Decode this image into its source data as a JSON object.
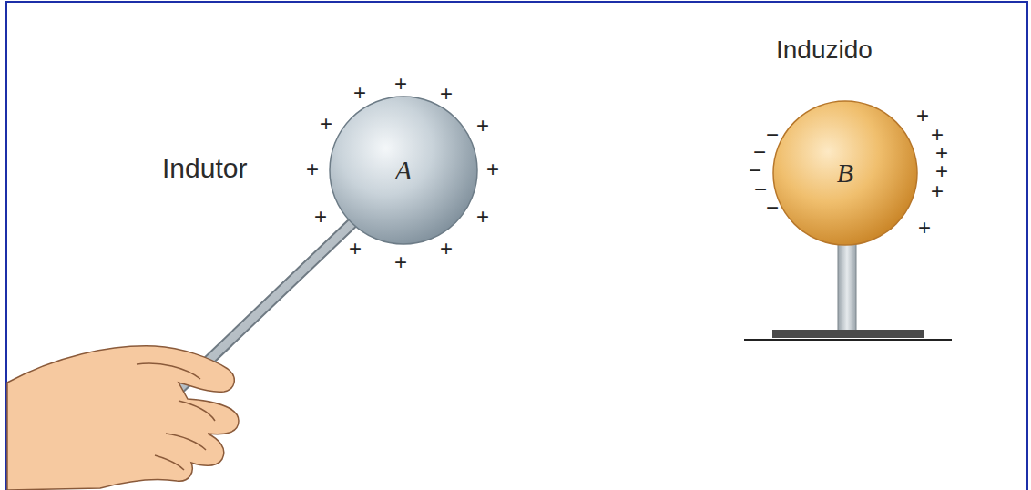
{
  "diagram": {
    "nodes": [
      {
        "text": [
          "Indutor",
          "A"
        ]
      },
      {
        "text": [
          "Induzido",
          "B"
        ]
      }
    ],
    "labels": [
      "+",
      "+",
      "+",
      "+",
      "+",
      "+",
      "+",
      "+",
      "+",
      "+",
      "+",
      "+",
      "−",
      "−",
      "−",
      "−",
      "−",
      "+",
      "+",
      "+",
      "+",
      "+",
      "+"
    ]
  }
}
